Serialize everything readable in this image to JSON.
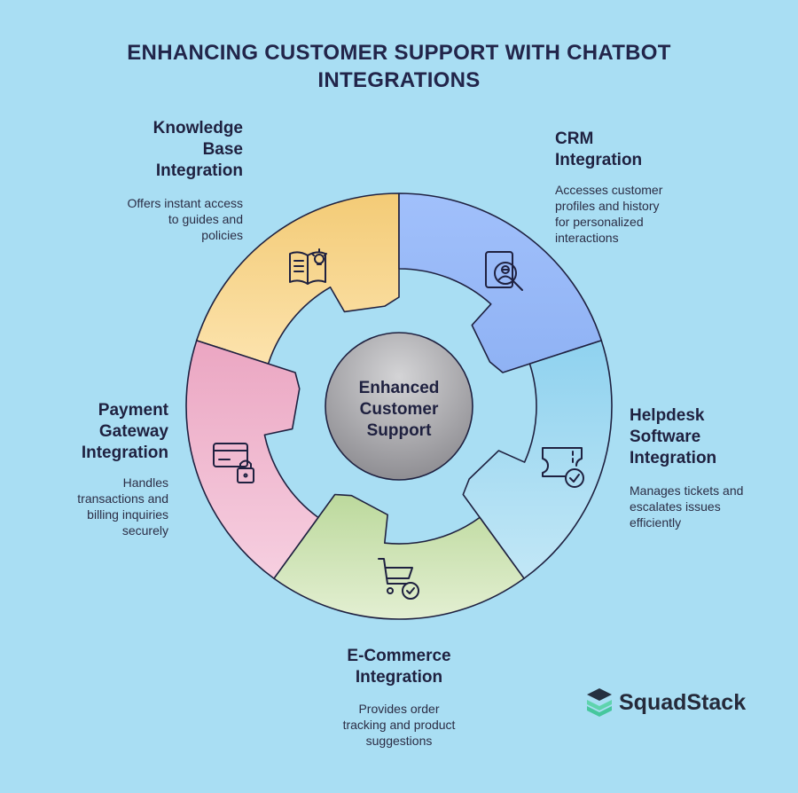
{
  "title": "ENHANCING CUSTOMER SUPPORT WITH CHATBOT INTEGRATIONS",
  "center": {
    "label": "Enhanced\nCustomer\nSupport"
  },
  "segments": {
    "knowledge_base": {
      "label": "Knowledge\nBase\nIntegration",
      "description": "Offers instant access\nto guides and\npolicies",
      "icon": "book-lightbulb-icon",
      "color": "#f6d38a"
    },
    "crm": {
      "label": "CRM\nIntegration",
      "description": "Accesses customer\nprofiles and history\nfor personalized\ninteractions",
      "icon": "profile-search-icon",
      "color": "#9fbff8"
    },
    "helpdesk": {
      "label": "Helpdesk\nSoftware\nIntegration",
      "description": "Manages tickets and\nescalates issues\nefficiently",
      "icon": "ticket-check-icon",
      "color": "#a6dcf0"
    },
    "ecommerce": {
      "label": "E-Commerce\nIntegration",
      "description": "Provides order\ntracking and product\nsuggestions",
      "icon": "cart-check-icon",
      "color": "#d2e6b8"
    },
    "payment": {
      "label": "Payment\nGateway\nIntegration",
      "description": "Handles\ntransactions and\nbilling inquiries\nsecurely",
      "icon": "card-lock-icon",
      "color": "#f0b6cd"
    }
  },
  "brand": {
    "name": "SquadStack"
  }
}
